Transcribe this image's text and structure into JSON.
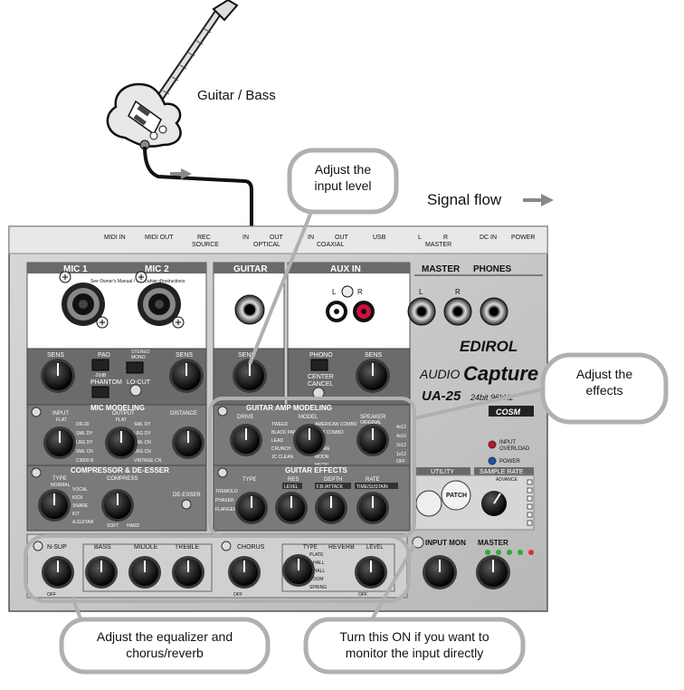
{
  "callouts": {
    "guitar": "Guitar / Bass",
    "signal_flow": "Signal flow",
    "input_level": [
      "Adjust the",
      "input level"
    ],
    "effects": [
      "Adjust the",
      "effects"
    ],
    "eq": [
      "Adjust the equalizer and",
      "chorus/reverb"
    ],
    "monitor": [
      "Turn this ON if you want to",
      "monitor the input directly"
    ]
  },
  "rear": {
    "midi_in": "MIDI IN",
    "midi_out": "MIDI OUT",
    "rec": "REC",
    "source": "SOURCE",
    "optical_in": "IN",
    "optical": "OPTICAL",
    "optical_out": "OUT",
    "coax_in": "IN",
    "coax_out": "OUT",
    "coaxial": "COAXIAL",
    "usb": "USB",
    "master_l": "L",
    "master_r": "R",
    "master": "MASTER",
    "dc_in": "DC IN",
    "power": "POWER"
  },
  "sections": {
    "mic1": "MIC 1",
    "mic2": "MIC 2",
    "guitar": "GUITAR",
    "aux_in": "AUX IN",
    "master": "MASTER",
    "phones": "PHONES",
    "owners_note": "See Owner's Manual / Voir cahier d'instructions",
    "mic_modeling": "MIC MODELING",
    "compressor": "COMPRESSOR & DE-ESSER",
    "guitar_amp": "GUITAR AMP MODELING",
    "guitar_effects": "GUITAR EFFECTS",
    "utility": "UTILITY",
    "sample_rate": "SAMPLE RATE"
  },
  "labels": {
    "sens": "SENS",
    "pad": "PAD",
    "pad_db": "-20dB",
    "stereo": "STEREO",
    "mono": "MONO",
    "phantom": "PHANTOM",
    "lo_cut": "LO-CUT",
    "phono": "PHONO",
    "center": "CENTER",
    "cancel": "CANCEL",
    "aux_l": "L",
    "aux_r": "R",
    "phones_l": "L",
    "phones_r": "R",
    "input": "INPUT",
    "output": "OUTPUT",
    "distance": "DISTANCE",
    "flat": "FLAT",
    "type": "TYPE",
    "normal": "NORMAL",
    "compress": "COMPRESS",
    "soft": "SOFT",
    "hard": "HARD",
    "de_esser": "DE-ESSER",
    "drive": "DRIVE",
    "model": "MODEL",
    "speaker": "SPEAKER",
    "original": "ORIGINAL",
    "off": "OFF",
    "res": "RES",
    "level": "LEVEL",
    "depth": "DEPTH",
    "fb_attack": "F.B./ATTACK",
    "rate": "RATE",
    "time_sustain": "TIME/SUSTAIN",
    "n_sup": "N-SUP",
    "bass": "BASS",
    "middle": "MIDDLE",
    "treble": "TREBLE",
    "chorus": "CHORUS",
    "reverb": "REVERB",
    "patch": "PATCH",
    "input_mon": "INPUT MON",
    "master_knob": "MASTER",
    "advance": "ADVANCE",
    "input_overload": [
      "INPUT",
      "OVERLOAD"
    ],
    "power_led": "POWER"
  },
  "brand": {
    "edirol": "EDIROL",
    "audio": "AUDIO",
    "capture": "Capture",
    "model": "UA-25",
    "spec": "24bit 96kHz",
    "cosm": "COSM"
  },
  "mic_in_opts": [
    "DR-20",
    "SML DY",
    "LRG DY",
    "SML CN",
    "C3000 B"
  ],
  "mic_out_opts": [
    "SML DY",
    "LRG DY",
    "SML CN",
    "LRG CN",
    "VINTAGE CN"
  ],
  "comp_types": [
    "VOCAL",
    "KICK",
    "SNARE",
    "KIT",
    "A.GUITAR"
  ],
  "amp_models": [
    "TWEED",
    "BLACK PANEL",
    "LEAD",
    "CRUNCH",
    "JC CLEAN",
    "AMERICAN COMBO",
    "BRIT COMBO",
    "VINT",
    "R-FIRE",
    "MODN",
    "METAL"
  ],
  "speakers": [
    "4x12",
    "4x10",
    "2x12",
    "1x12"
  ],
  "fx_types": [
    "TREMOLO",
    "PHASER",
    "FLANGER"
  ],
  "reverb_types": [
    "PLATE",
    "L.HALL",
    "S.HALL",
    "ROOM",
    "SPRING"
  ]
}
